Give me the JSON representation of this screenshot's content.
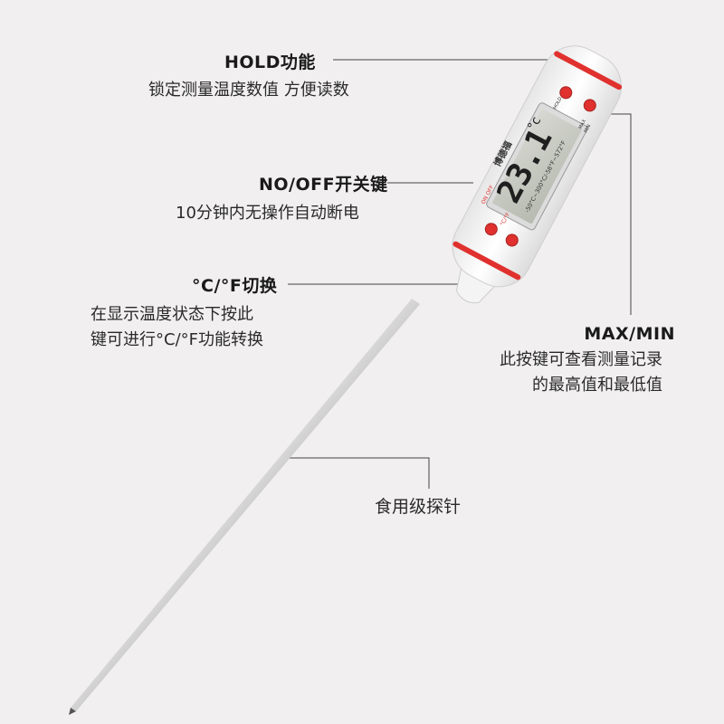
{
  "annotations": {
    "hold": {
      "title": "HOLD功能",
      "desc": "锁定测量温度数值 方便读数"
    },
    "power": {
      "title": "NO/OFF开关键",
      "desc": "10分钟内无操作自动断电"
    },
    "unit": {
      "title": "°C/°F切换",
      "desc_line1": "在显示温度状态下按此",
      "desc_line2": "键可进行°C/°F功能转换"
    },
    "maxmin": {
      "title": "MAX/MIN",
      "desc_line1": "此按键可查看测量记录",
      "desc_line2": "的最高值和最低值"
    },
    "probe": {
      "title": "食用级探针"
    }
  },
  "device": {
    "brand": "博德福",
    "reading": "23.1",
    "unit": "°c",
    "range": "-50°C~300°C/-58°F~572°F",
    "btn_hold": "HOLD",
    "btn_power": "ON OFF",
    "btn_unit": "°C/°F",
    "btn_max": "MAX",
    "btn_min": "MIN"
  },
  "colors": {
    "background": "#f1eff0",
    "body": "#ffffff",
    "accent_red": "#e0312e",
    "lcd": "#c9ccc4",
    "probe": "#9a9a9a"
  }
}
